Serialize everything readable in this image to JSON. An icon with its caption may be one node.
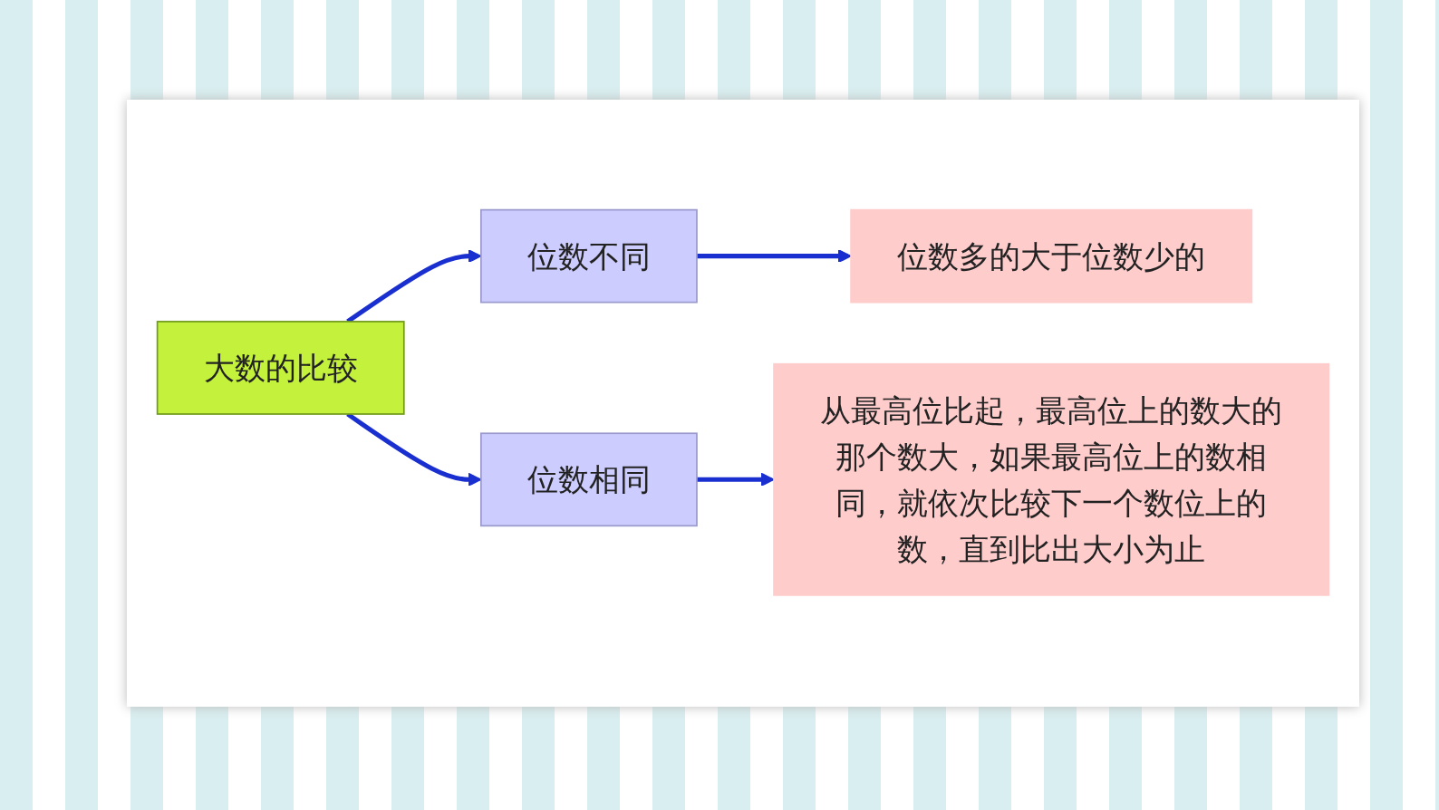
{
  "diagram": {
    "nodes": [
      {
        "text": [
          "大数的比较"
        ]
      },
      {
        "text": [
          "位数不同"
        ]
      },
      {
        "text": [
          "位数相同"
        ]
      },
      {
        "text": [
          "位数多的大于位数少的"
        ]
      },
      {
        "text": [
          "从最高位比起，最高位上的数大的那个数大，如果最高位上的数相同，就依次比较下一个数位上的数，直到比出大小为止"
        ]
      }
    ],
    "edges": [
      {
        "from": 0,
        "to": 1,
        "arrow": "to"
      },
      {
        "from": 0,
        "to": 2,
        "arrow": "to"
      },
      {
        "from": 1,
        "to": 3,
        "arrow": "to"
      },
      {
        "from": 2,
        "to": 4,
        "arrow": "to"
      }
    ]
  }
}
